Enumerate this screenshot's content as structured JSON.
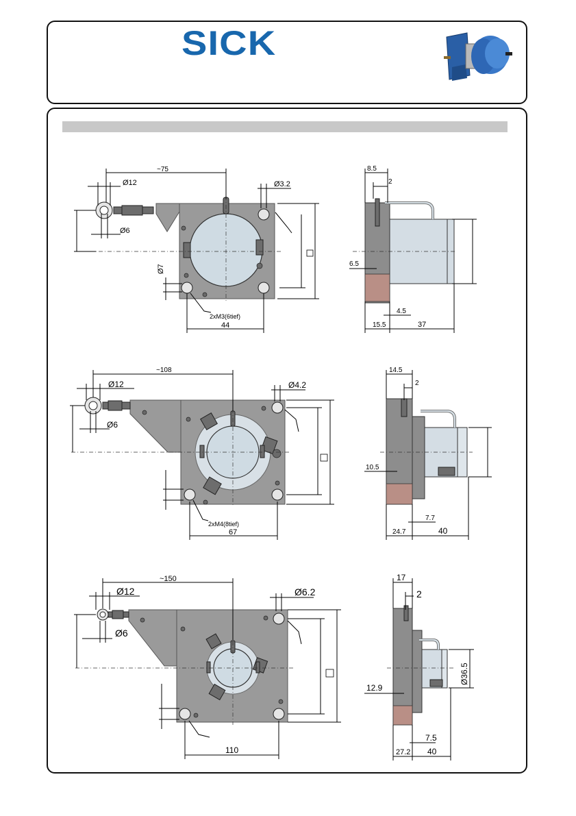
{
  "header": {
    "brand": "SICK"
  },
  "views": {
    "small": {
      "top": [
        "~75",
        "Ø12",
        "Ø3.2",
        "Ø6",
        "Ø7",
        "2xM3(6tief)",
        "44"
      ],
      "side": [
        "8.5",
        "2",
        "6.5",
        "4.5",
        "15.5",
        "37"
      ]
    },
    "medium": {
      "top": [
        "~108",
        "Ø12",
        "Ø4.2",
        "Ø6",
        "2xM4(8tief)",
        "67"
      ],
      "side": [
        "14.5",
        "2",
        "10.5",
        "7.7",
        "24.7",
        "40"
      ]
    },
    "large": {
      "top": [
        "~150",
        "Ø12",
        "Ø6.2",
        "Ø6",
        "110"
      ],
      "side": [
        "17",
        "2",
        "12.9",
        "Ø36.5",
        "7.5",
        "27.2",
        "40"
      ]
    }
  },
  "colors": {
    "brand": "#1867ad",
    "title_bar": "#c8c8c8",
    "plate": "#9a9a9a",
    "drum": "#cfdbe3",
    "frame": "#111111"
  }
}
